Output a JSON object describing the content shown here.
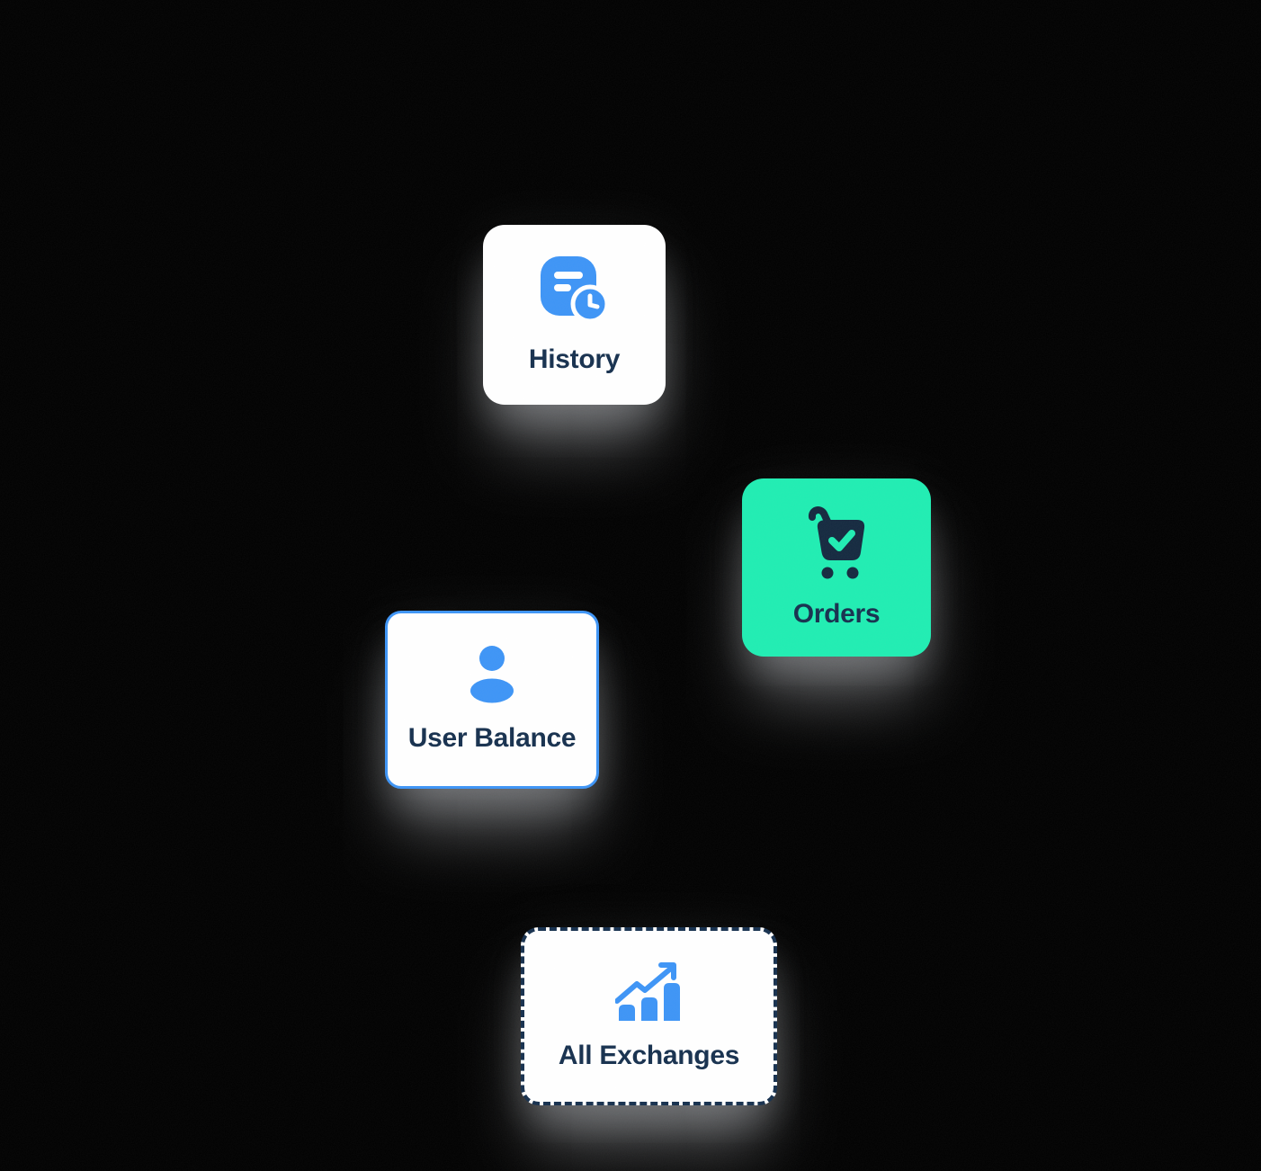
{
  "colors": {
    "page-bg": "#000000",
    "card-white": "#FFFFFF",
    "navy": "#16304E",
    "cart-navy": "#14293F",
    "blue": "#3D94F6",
    "teal": "#1FEDB2"
  },
  "tiles": [
    {
      "label": "History",
      "icon": "history-document-clock-icon",
      "style": "plain-white"
    },
    {
      "label": "Orders",
      "icon": "cart-check-icon",
      "style": "teal-filled"
    },
    {
      "label": "User Balance",
      "icon": "user-icon",
      "style": "blue-outline"
    },
    {
      "label": "All Exchanges",
      "icon": "bar-chart-trend-up-icon",
      "style": "navy-dashed-outline"
    }
  ]
}
